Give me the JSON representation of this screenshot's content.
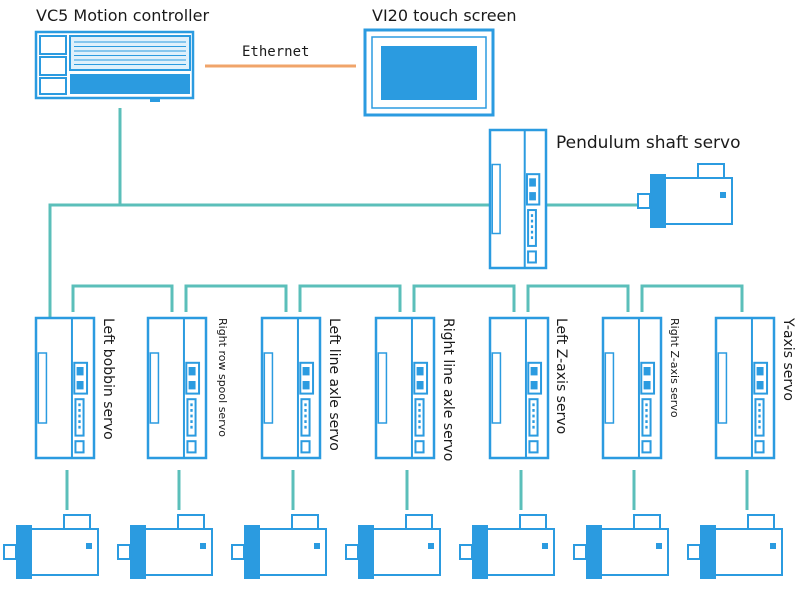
{
  "labels": {
    "controller": "VC5 Motion controller",
    "screen": "VI20 touch screen",
    "ethernet": "Ethernet",
    "pendulum": "Pendulum shaft servo"
  },
  "servos": [
    {
      "label": "Left bobbin servo"
    },
    {
      "label": "Right row spool servo"
    },
    {
      "label": "Left line axle servo"
    },
    {
      "label": "Right line axle servo"
    },
    {
      "label": "Left Z-axis servo"
    },
    {
      "label": "Right Z-axis servo"
    },
    {
      "label": "Y-axis servo"
    }
  ],
  "colors": {
    "device_blue": "#2b9be0",
    "line_teal": "#5bbfba",
    "ethernet_orange": "#f0a46a",
    "panel_light": "#dff0fb"
  }
}
